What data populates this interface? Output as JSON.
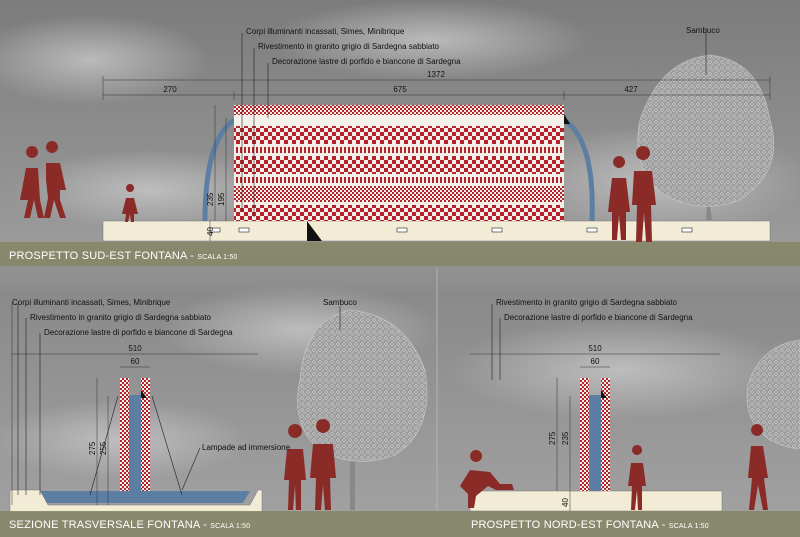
{
  "top": {
    "labels": {
      "lighting": "Corpi illuminanti incassati, Simes, Minibrique",
      "cladding": "Rivestimento in granito grigio di Sardegna sabbiato",
      "decoration": "Decorazione lastre di porfido e biancone di Sardegna",
      "tree": "Sambuco"
    },
    "dims": {
      "total": "1372",
      "left": "270",
      "middle": "675",
      "right": "427",
      "h1": "235",
      "h2": "195",
      "base": "40"
    },
    "title": "PROSPETTO SUD-EST FONTANA",
    "scale": "SCALA 1:50"
  },
  "bottom_left": {
    "labels": {
      "lighting": "Corpi illuminanti incassati, Simes, Minibrique",
      "cladding": "Rivestimento in granito grigio di Sardegna sabbiato",
      "decoration": "Decorazione lastre di porfido e biancone di Sardegna",
      "tree": "Sambuco",
      "lamps": "Lampade ad immersione"
    },
    "dims": {
      "width": "510",
      "inner": "60",
      "h1": "275",
      "h2": "255"
    },
    "title": "SEZIONE TRASVERSALE FONTANA",
    "scale": "SCALA 1:50"
  },
  "bottom_right": {
    "labels": {
      "cladding": "Rivestimento in granito grigio di Sardegna sabbiato",
      "decoration": "Decorazione lastre di porfido e biancone di Sardegna"
    },
    "dims": {
      "width": "510",
      "inner": "60",
      "h1": "275",
      "h2": "235",
      "base": "40"
    },
    "title": "PROSPETTO NORD-EST FONTANA",
    "scale": "SCALA 1:50"
  },
  "colors": {
    "porphyry": "#b5222c",
    "cladding": "#f3f0ea",
    "water": "#5d7ea3",
    "base": "#f2ecd6",
    "figures": "#8a2b28",
    "band": "#858565"
  }
}
